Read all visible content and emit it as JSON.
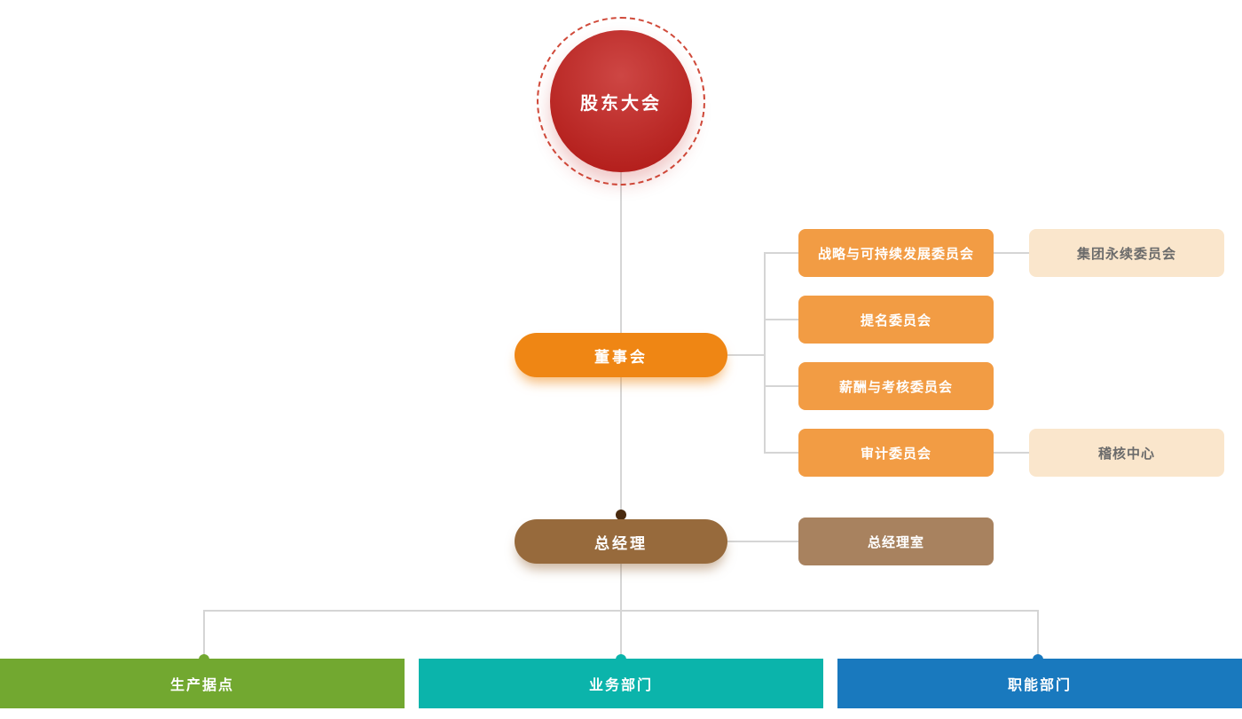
{
  "org": {
    "root": {
      "label": "股东大会",
      "color": "#C42320"
    },
    "board": {
      "label": "董事会",
      "color": "#EF8614"
    },
    "committee_color": "#F29C44",
    "linked_color": "#FAE6CC",
    "committees": [
      {
        "label": "战略与可持续发展委员会",
        "linked": "集团永续委员会"
      },
      {
        "label": "提名委员会",
        "linked": ""
      },
      {
        "label": "薪酬与考核委员会",
        "linked": ""
      },
      {
        "label": "审计委员会",
        "linked": "稽核中心"
      }
    ],
    "gm": {
      "label": "总经理",
      "color": "#976A3C"
    },
    "gm_office": {
      "label": "总经理室",
      "color": "#A8825F"
    },
    "departments": [
      {
        "label": "生产据点",
        "color": "#72A830"
      },
      {
        "label": "业务部门",
        "color": "#0BB4AB"
      },
      {
        "label": "职能部门",
        "color": "#1979BE"
      }
    ],
    "line_color": "#D5D5D5",
    "junction_dot_color": "#4A2B10"
  }
}
